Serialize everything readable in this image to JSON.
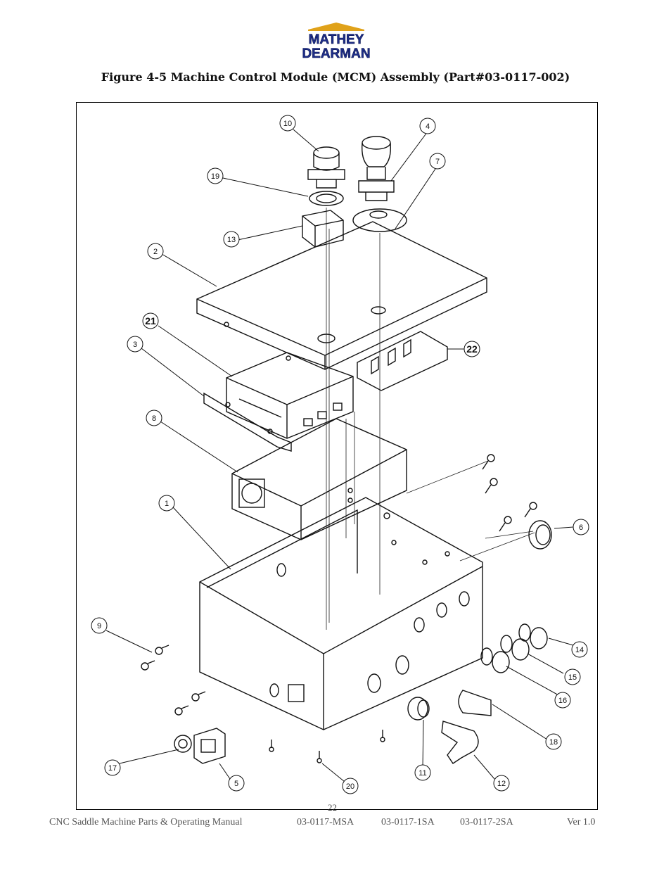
{
  "logo": {
    "line1": "MATHEY",
    "line2": "DEARMAN"
  },
  "figure": {
    "title": "Figure 4-5 Machine Control Module (MCM) Assembly (Part#03-0117-002)",
    "balloons": [
      "10",
      "4",
      "19",
      "7",
      "13",
      "2",
      "21",
      "3",
      "22",
      "8",
      "1",
      "6",
      "9",
      "14",
      "15",
      "16",
      "18",
      "17",
      "5",
      "20",
      "11",
      "12"
    ]
  },
  "page_number": "22",
  "footer": {
    "manual": "CNC Saddle Machine Parts & Operating Manual",
    "part1": "03-0117-MSA",
    "part2": "03-0117-1SA",
    "part3": "03-0117-2SA",
    "version": "Ver 1.0"
  },
  "colors": {
    "logo_blue": "#1f2f8a",
    "logo_gold": "#e0a21a"
  }
}
